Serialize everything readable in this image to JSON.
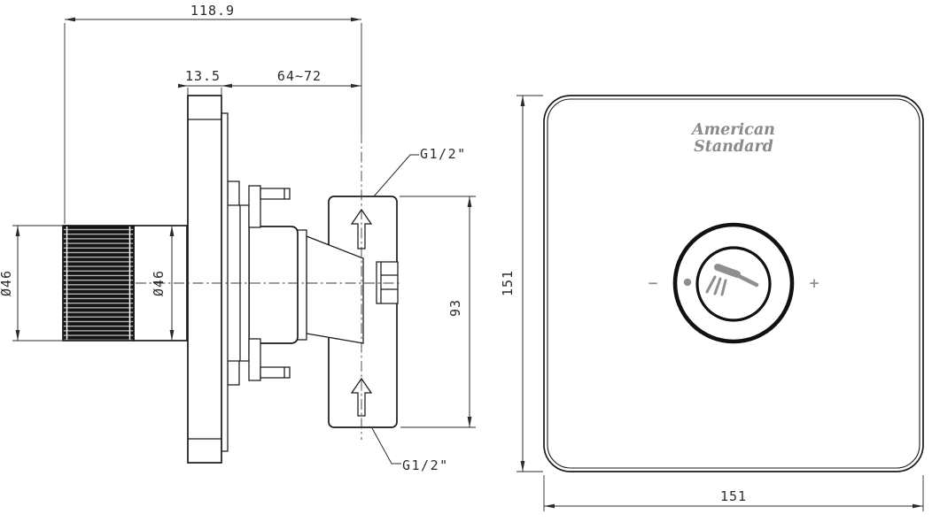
{
  "drawing": {
    "type": "engineering-drawing",
    "product": "concealed shower mixer valve (side view and front view)",
    "colors": {
      "line": "#1a1a1a",
      "dimension_line": "#2b2b2b",
      "accent_gray": "#8a8a8a",
      "knob_fill": "#151515",
      "background": "#ffffff"
    },
    "side": {
      "dim_overall": "118.9",
      "dim_plate": "13.5",
      "dim_depth_range": "64~72",
      "dim_knob_dia": "Ø46",
      "dim_trim_dia": "Ø46",
      "dim_body_height": "93",
      "inlet_top": "G1/2\"",
      "inlet_bottom": "G1/2\"",
      "icons": {
        "flow_arrow_top": "up-arrow-outline",
        "flow_arrow_bottom": "up-arrow-outline"
      }
    },
    "front": {
      "logo1": "American",
      "logo2": "Standard",
      "dim_h": "151",
      "dim_w": "151",
      "minus": "−",
      "plus": "+",
      "icons": {
        "dial_center": "hand-shower-spray",
        "left_symbol": "minus",
        "right_symbol": "plus"
      }
    }
  }
}
